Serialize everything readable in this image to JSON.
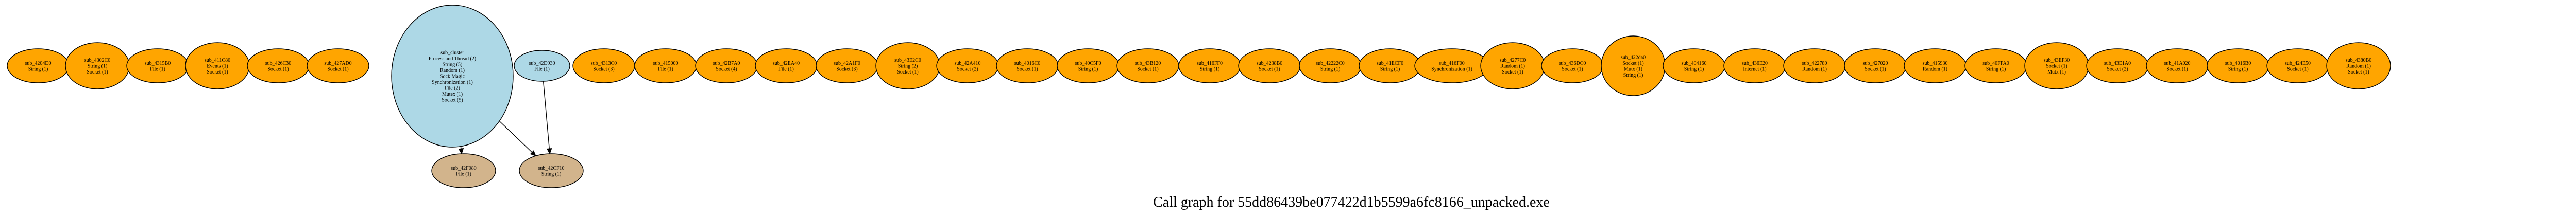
{
  "title": "Call graph for 55dd86439be077422d1b5599a6fc8166_unpacked.exe",
  "colors": {
    "orange": "#FFA500",
    "lightblue": "#ADD8E6",
    "tan": "#D2B48C"
  },
  "nodes": [
    {
      "id": "n0",
      "lines": [
        "sub_4204D0",
        "String (1)"
      ],
      "color": "orange"
    },
    {
      "id": "n1",
      "lines": [
        "sub_4302C0",
        "String (1)",
        "Socket (1)"
      ],
      "color": "orange"
    },
    {
      "id": "n2",
      "lines": [
        "sub_4315B0",
        "File (1)"
      ],
      "color": "orange"
    },
    {
      "id": "n3",
      "lines": [
        "sub_411C80",
        "Events (1)",
        "Socket (1)"
      ],
      "color": "orange"
    },
    {
      "id": "n4",
      "lines": [
        "sub_426C30",
        "Socket (1)"
      ],
      "color": "orange"
    },
    {
      "id": "n5",
      "lines": [
        "sub_427AD0",
        "Socket (1)"
      ],
      "color": "orange"
    },
    {
      "id": "n6",
      "lines": [
        "sub_cluster",
        "Process and Thread (2)",
        "String (5)",
        "Random (1)",
        "Sock Magic",
        "Synchronization (1)",
        "File (2)",
        "Mutex (1)",
        "Socket (5)"
      ],
      "color": "lightblue"
    },
    {
      "id": "n7",
      "lines": [
        "sub_42D930",
        "File (1)"
      ],
      "color": "lightblue"
    },
    {
      "id": "n8",
      "lines": [
        "sub_4313C0",
        "Socket (3)"
      ],
      "color": "orange"
    },
    {
      "id": "n9",
      "lines": [
        "sub_415000",
        "File (1)"
      ],
      "color": "orange"
    },
    {
      "id": "n10",
      "lines": [
        "sub_42B7A0",
        "Socket (4)"
      ],
      "color": "orange"
    },
    {
      "id": "n11",
      "lines": [
        "sub_42EA40",
        "File (1)"
      ],
      "color": "orange"
    },
    {
      "id": "n12",
      "lines": [
        "sub_42A1F0",
        "Socket (3)"
      ],
      "color": "orange"
    },
    {
      "id": "n13",
      "lines": [
        "sub_43E2C0",
        "String (2)",
        "Socket (1)"
      ],
      "color": "orange"
    },
    {
      "id": "n14",
      "lines": [
        "sub_42A410",
        "Socket (2)"
      ],
      "color": "orange"
    },
    {
      "id": "n15",
      "lines": [
        "sub_4016C0",
        "Socket (1)"
      ],
      "color": "orange"
    },
    {
      "id": "n16",
      "lines": [
        "sub_40C5F0",
        "String (1)"
      ],
      "color": "orange"
    },
    {
      "id": "n17",
      "lines": [
        "sub_43B120",
        "Socket (1)"
      ],
      "color": "orange"
    },
    {
      "id": "n18",
      "lines": [
        "sub_416FF0",
        "String (1)"
      ],
      "color": "orange"
    },
    {
      "id": "n19",
      "lines": [
        "sub_4238B0",
        "Socket (1)"
      ],
      "color": "orange"
    },
    {
      "id": "n20",
      "lines": [
        "sub_42222C0",
        "String (1)"
      ],
      "color": "orange"
    },
    {
      "id": "n21",
      "lines": [
        "sub_41ECF0",
        "String (1)"
      ],
      "color": "orange"
    },
    {
      "id": "n22",
      "lines": [
        "sub_416F00",
        "Synchronization (1)"
      ],
      "color": "orange"
    },
    {
      "id": "n23",
      "lines": [
        "sub_4277C0",
        "Random (1)",
        "Socket (1)"
      ],
      "color": "orange"
    },
    {
      "id": "n24",
      "lines": [
        "sub_436DC0",
        "Socket (1)"
      ],
      "color": "orange"
    },
    {
      "id": "n25",
      "lines": [
        "sub_422da0",
        "Socket (1)",
        "Mutx (1)",
        "String (1)"
      ],
      "color": "orange"
    },
    {
      "id": "n26",
      "lines": [
        "sub_404160",
        "String (1)"
      ],
      "color": "orange"
    },
    {
      "id": "n27",
      "lines": [
        "sub_436E20",
        "Internet (1)"
      ],
      "color": "orange"
    },
    {
      "id": "n28",
      "lines": [
        "sub_422780",
        "Random (1)"
      ],
      "color": "orange"
    },
    {
      "id": "n29",
      "lines": [
        "sub_427020",
        "Socket (1)"
      ],
      "color": "orange"
    },
    {
      "id": "n30",
      "lines": [
        "sub_415930",
        "Random (1)"
      ],
      "color": "orange"
    },
    {
      "id": "n31",
      "lines": [
        "sub_40FFA0",
        "String (1)"
      ],
      "color": "orange"
    },
    {
      "id": "n32",
      "lines": [
        "sub_43EF30",
        "Socket (1)",
        "Mutx (1)"
      ],
      "color": "orange"
    },
    {
      "id": "n33",
      "lines": [
        "sub_43E1A0",
        "Socket (2)"
      ],
      "color": "orange"
    },
    {
      "id": "n34",
      "lines": [
        "sub_41A020",
        "Socket (1)"
      ],
      "color": "orange"
    },
    {
      "id": "n35",
      "lines": [
        "sub_4016B0",
        "String (1)"
      ],
      "color": "orange"
    },
    {
      "id": "n36",
      "lines": [
        "sub_424E50",
        "Socket (1)"
      ],
      "color": "orange"
    },
    {
      "id": "n37",
      "lines": [
        "sub_4380B0",
        "Random (1)",
        "Socket (1)"
      ],
      "color": "orange"
    },
    {
      "id": "n38",
      "lines": [
        "sub_42F080",
        "File (1)"
      ],
      "color": "tan"
    },
    {
      "id": "n39",
      "lines": [
        "sub_42CF10",
        "String (1)"
      ],
      "color": "tan"
    }
  ],
  "edges": [
    {
      "from": "n6",
      "to": "n38"
    },
    {
      "from": "n6",
      "to": "n39"
    },
    {
      "from": "n7",
      "to": "n39"
    }
  ]
}
